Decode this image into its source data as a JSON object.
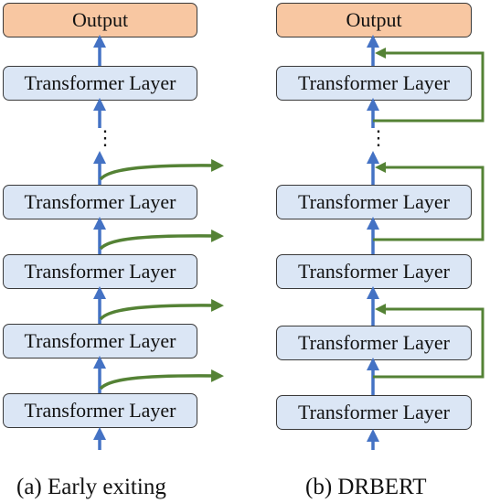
{
  "left": {
    "output": "Output",
    "layers": [
      "Transformer Layer",
      "Transformer Layer",
      "Transformer Layer",
      "Transformer Layer",
      "Transformer Layer"
    ],
    "caption": "(a) Early exiting"
  },
  "right": {
    "output": "Output",
    "layers": [
      "Transformer Layer",
      "Transformer Layer",
      "Transformer Layer",
      "Transformer Layer",
      "Transformer Layer"
    ],
    "caption": "(b) DRBERT"
  },
  "ellipsis": "⋮",
  "colors": {
    "layer_fill": "#dbe6f5",
    "output_fill": "#f8c7a2",
    "up_arrow": "#4472c4",
    "exit_arrow": "#548235"
  }
}
